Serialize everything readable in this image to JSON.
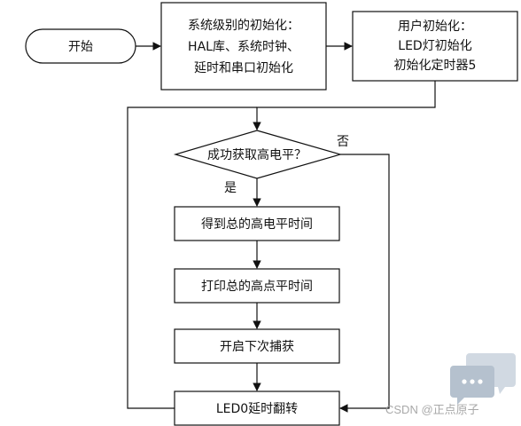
{
  "diagram": {
    "nodes": {
      "start": "开始",
      "sys_init": [
        "系统级别的初始化：",
        "HAL库、系统时钟、",
        "延时和串口初始化"
      ],
      "user_init": [
        "用户初始化：",
        "LED灯初始化",
        "初始化定时器5"
      ],
      "decision": "成功获取高电平？",
      "get_total": "得到总的高电平时间",
      "print_total": "打印总的高点平时间",
      "start_capture": "开启下次捕获",
      "led_toggle": "LED0延时翻转"
    },
    "labels": {
      "yes": "是",
      "no": "否"
    }
  },
  "watermark": {
    "text": "CSDN @正点原子",
    "icon": "chat-bubble-icon"
  }
}
